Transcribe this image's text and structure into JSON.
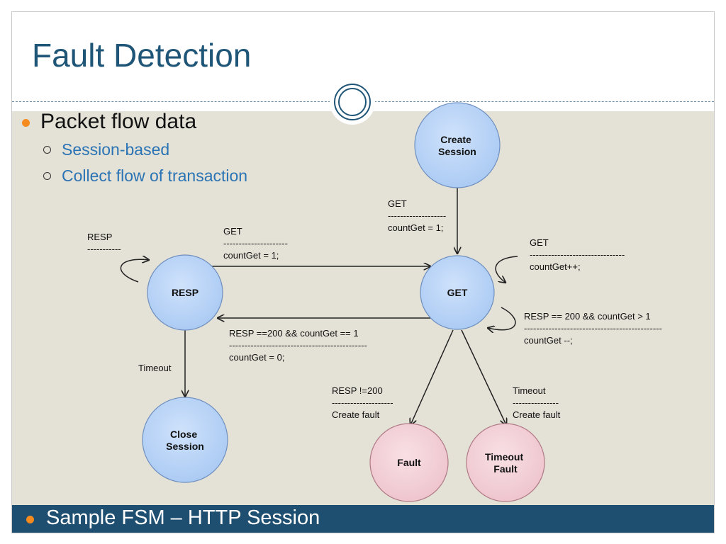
{
  "slide": {
    "title": "Fault Detection",
    "bullets": [
      {
        "text": "Packet flow data",
        "children": [
          "Session-based",
          "Collect flow of transaction"
        ]
      }
    ],
    "footer": "Sample FSM – HTTP Session"
  },
  "diagram": {
    "states": {
      "create_session": [
        "Create",
        "Session"
      ],
      "get": [
        "GET"
      ],
      "resp": [
        "RESP"
      ],
      "close_session": [
        "Close",
        "Session"
      ],
      "fault": [
        "Fault"
      ],
      "timeout_fault": [
        "Timeout",
        "Fault"
      ]
    },
    "transitions": {
      "create_to_get": [
        "GET",
        "-------------------",
        "countGet = 1;"
      ],
      "get_self": [
        "GET",
        "-------------------------------",
        "countGet++;"
      ],
      "resp_self": [
        "RESP",
        "-----------"
      ],
      "resp_to_get": [
        "GET",
        "---------------------",
        "countGet = 1;"
      ],
      "get_to_resp": [
        "RESP ==200 && countGet == 1",
        "---------------------------------------------",
        "countGet = 0;"
      ],
      "get_self_resp": [
        "RESP == 200 && countGet > 1",
        "---------------------------------------------",
        "countGet --;"
      ],
      "resp_to_close": [
        "Timeout"
      ],
      "get_to_fault": [
        "RESP !=200",
        "--------------------",
        "Create fault"
      ],
      "get_to_timeout_fault": [
        "Timeout",
        "---------------",
        "Create fault"
      ]
    }
  },
  "colors": {
    "title": "#1f5577",
    "sub_bullet": "#2a74b5",
    "bullet_dot": "#f58a1f",
    "footer_bg": "#1e4f70",
    "state_fill": "#b6d2f6",
    "fault_fill": "#f2cfd6"
  }
}
